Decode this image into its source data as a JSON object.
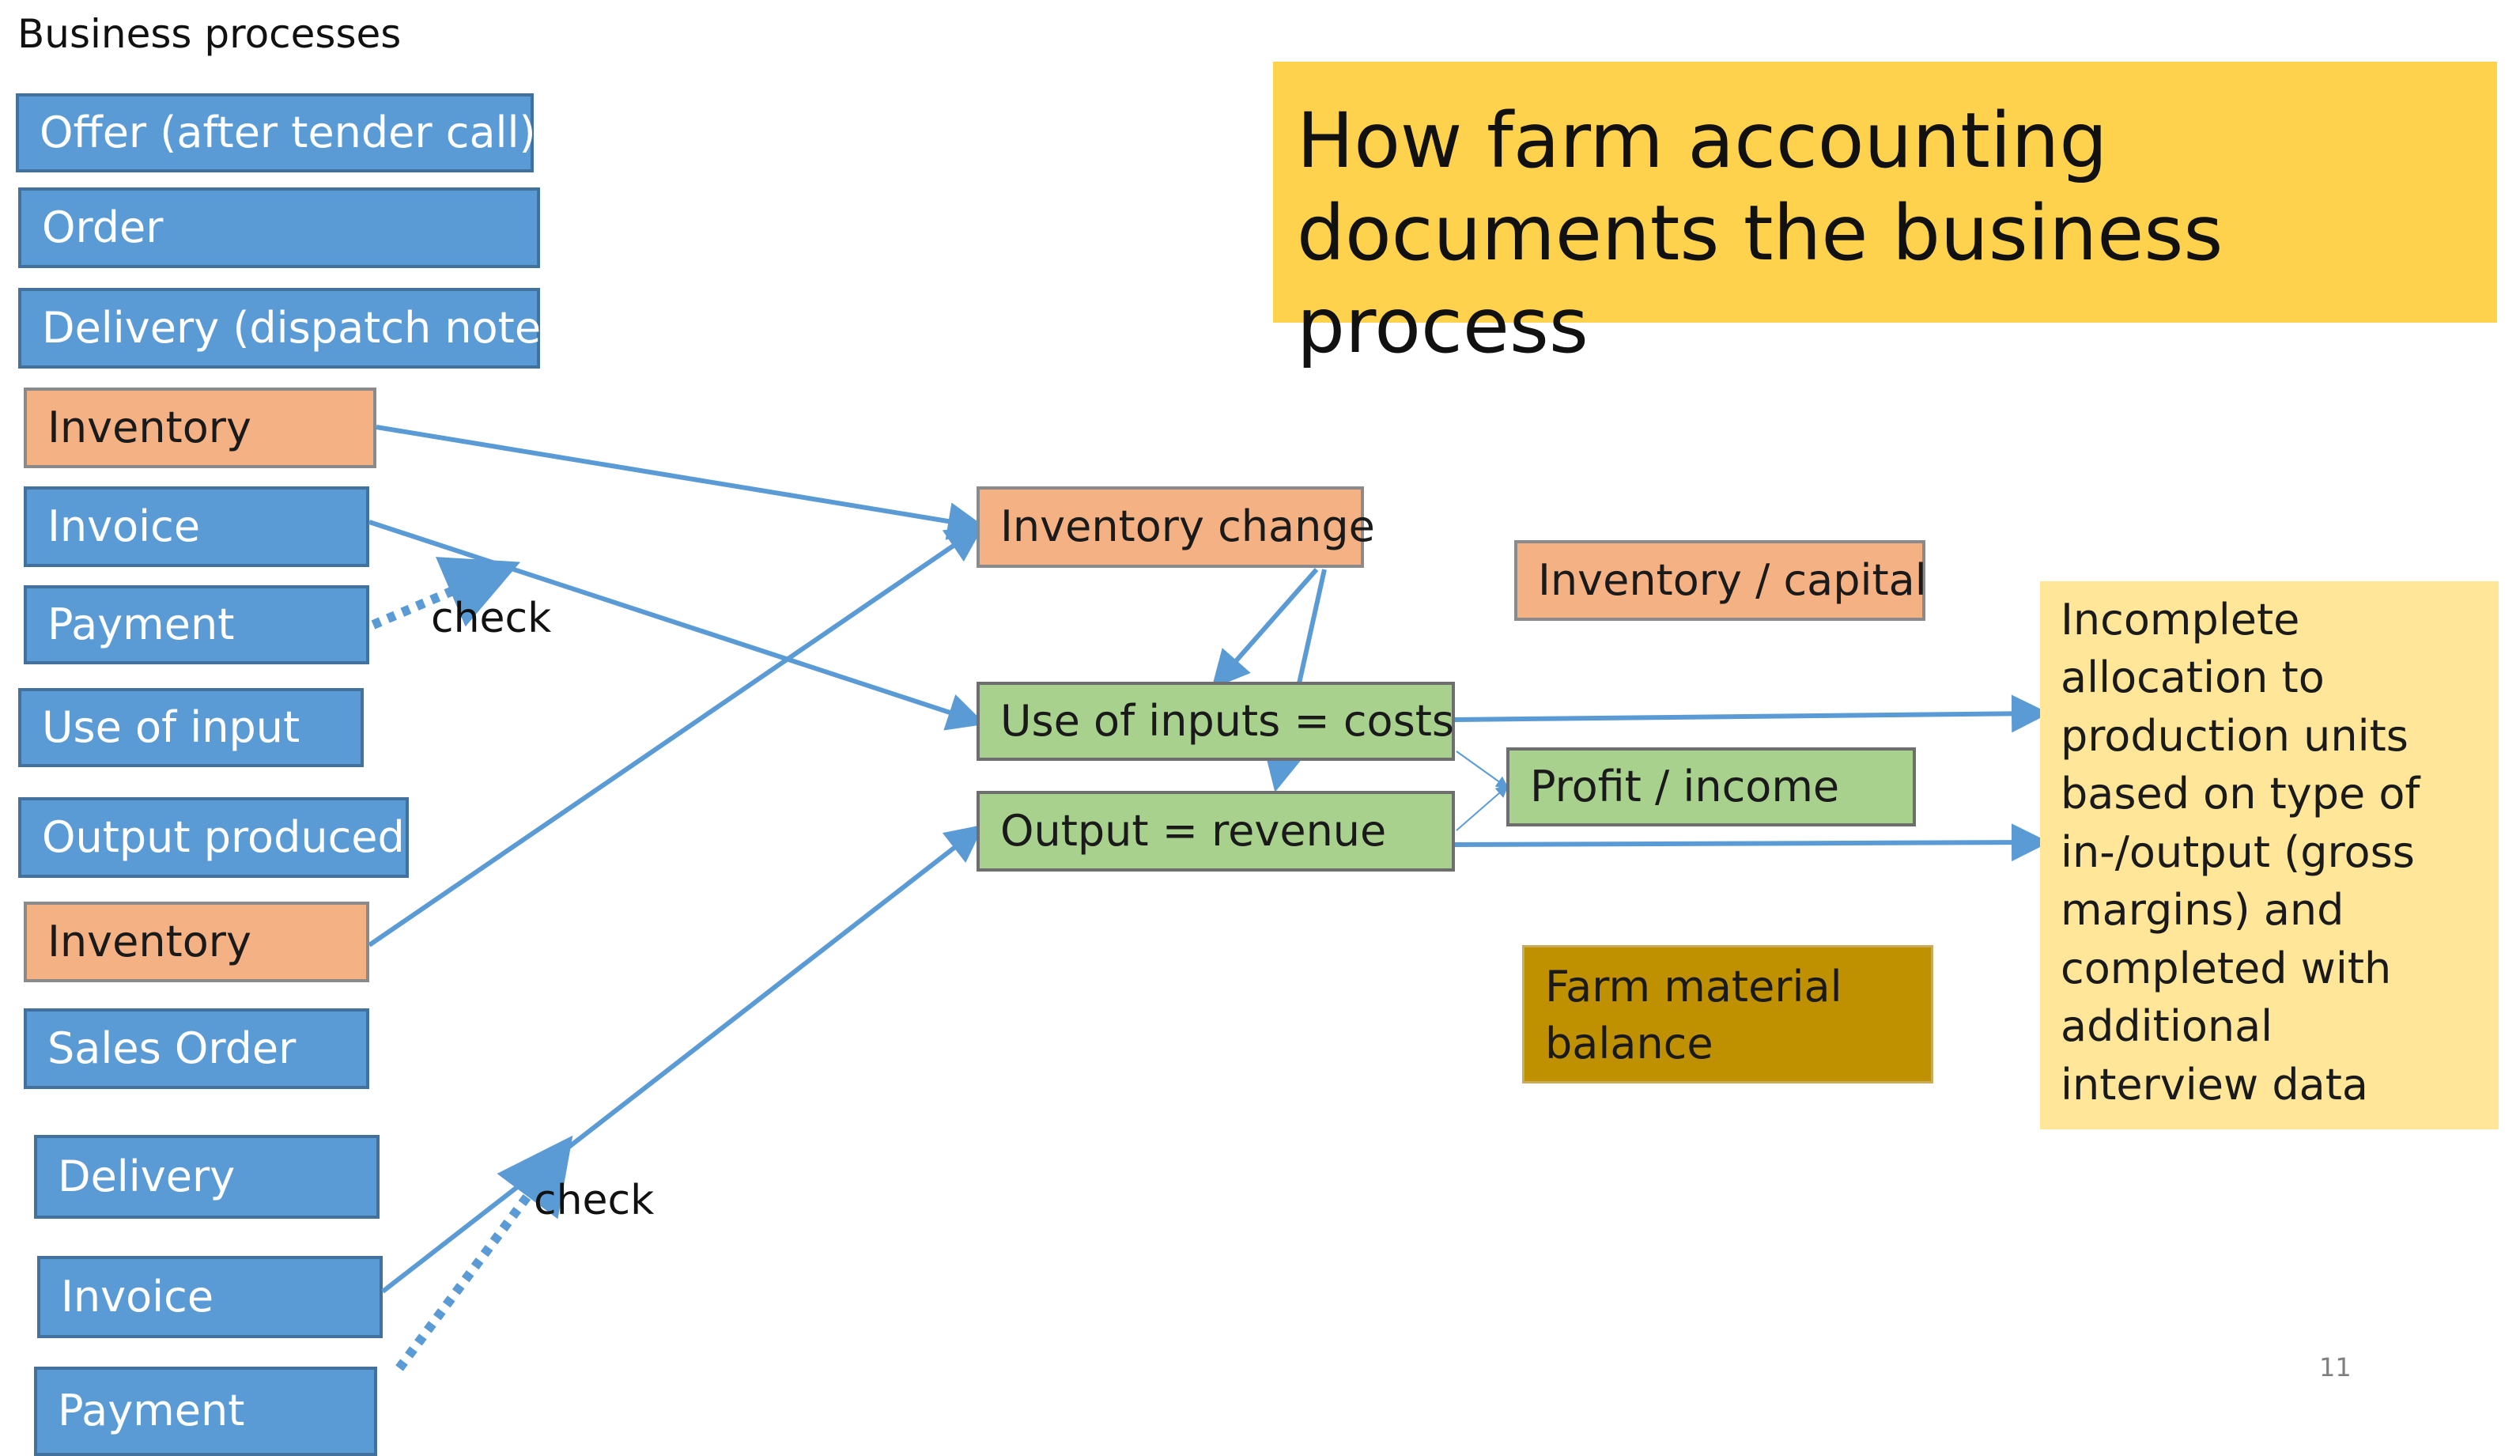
{
  "header": {
    "label": "Business processes"
  },
  "title": "How farm accounting documents the business process",
  "process_boxes": [
    "Offer (after tender call)",
    "Order",
    "Delivery (dispatch note)",
    "Inventory",
    "Invoice",
    "Payment",
    "Use of input",
    "Output produced",
    "Inventory",
    "Sales Order",
    "Delivery",
    "Invoice",
    "Payment"
  ],
  "accounting_boxes": {
    "inventory_change": "Inventory change",
    "use_of_inputs": "Use of inputs = costs",
    "output_revenue": "Output = revenue",
    "inventory_capital": "Inventory / capital",
    "profit_income": "Profit / income",
    "farm_material_balance": "Farm material balance"
  },
  "note": "Incomplete allocation to production units based on type of in-/output (gross margins) and completed with additional interview data",
  "check_labels": [
    "check",
    "check"
  ],
  "page_number": "11",
  "colors": {
    "blue": "#5b9bd5",
    "orange": "#f4b183",
    "green": "#a9d18e",
    "gold": "#bf9000",
    "note_yellow": "#ffe699",
    "title_yellow": "#ffd24d",
    "arrow": "#5b9bd5"
  }
}
